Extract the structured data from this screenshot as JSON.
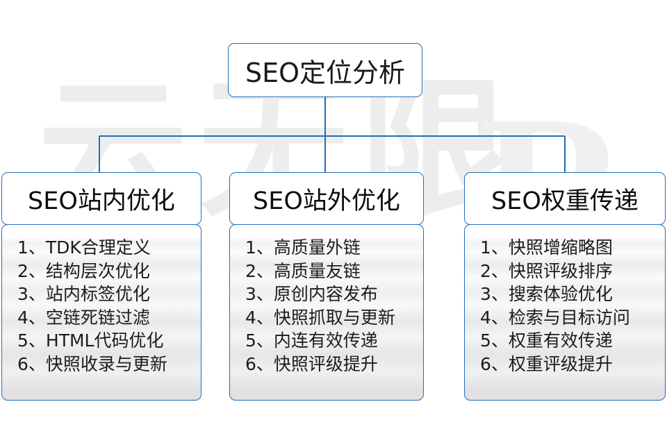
{
  "diagram": {
    "title": "SEO定位分析",
    "accent_color": "#1f6fb8",
    "watermark": {
      "text": "云无限",
      "mark": "R"
    },
    "root": {
      "label": "SEO定位分析"
    },
    "columns": [
      {
        "id": "seo-onsite",
        "header": "SEO站内优化",
        "items": [
          "1、TDK合理定义",
          "2、结构层次优化",
          "3、站内标签优化",
          "4、空链死链过滤",
          "5、HTML代码优化",
          "6、快照收录与更新"
        ]
      },
      {
        "id": "seo-offsite",
        "header": "SEO站外优化",
        "items": [
          "1、高质量外链",
          "2、高质量友链",
          "3、原创内容发布",
          "4、快照抓取与更新",
          "5、内连有效传递",
          "6、快照评级提升"
        ]
      },
      {
        "id": "seo-weight",
        "header": "SEO权重传递",
        "items": [
          "1、快照增缩略图",
          "2、快照评级排序",
          "3、搜索体验优化",
          "4、检索与目标访问",
          "5、权重有效传递",
          "6、权重评级提升"
        ]
      }
    ]
  }
}
